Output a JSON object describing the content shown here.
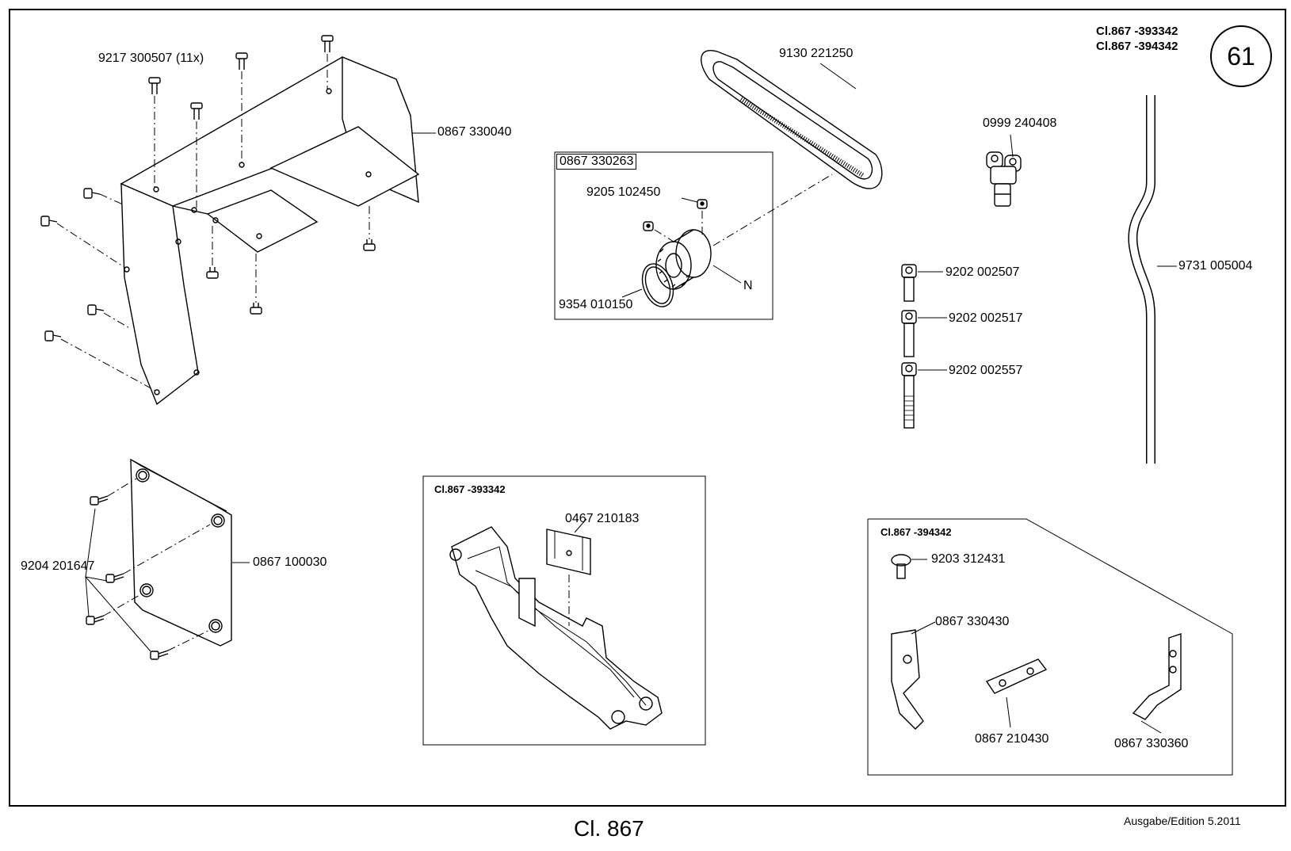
{
  "header": {
    "class_line_1": "Cl.867 -393342",
    "class_line_2": "Cl.867 -394342",
    "page_number": "61"
  },
  "parts": {
    "p_9217_300507": "9217 300507 (11x)",
    "p_0867_330040": "0867 330040",
    "p_9130_221250": "9130 221250",
    "p_0867_330263": "0867 330263",
    "p_9205_102450": "9205 102450",
    "p_9354_010150": "9354 010150",
    "p_N": "N",
    "p_0999_240408": "0999 240408",
    "p_9202_002507": "9202 002507",
    "p_9202_002517": "9202 002517",
    "p_9202_002557": "9202 002557",
    "p_9731_005004": "9731 005004",
    "p_9204_201647": "9204 201647",
    "p_0867_100030": "0867 100030",
    "p_0467_210183": "0467 210183",
    "p_9203_312431": "9203 312431",
    "p_0867_330430": "0867 330430",
    "p_0867_210430": "0867 210430",
    "p_0867_330360": "0867 330360"
  },
  "sections": {
    "variant_a": "Cl.867 -393342",
    "variant_b": "Cl.867 -394342"
  },
  "footer": {
    "title": "Cl. 867",
    "edition": "Ausgabe/Edition  5.2011"
  }
}
